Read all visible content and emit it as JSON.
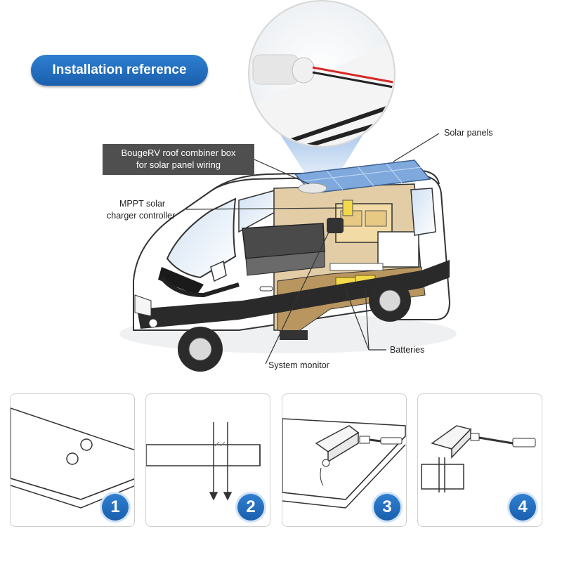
{
  "header": {
    "badge": "Installation reference"
  },
  "callouts": {
    "combiner_line1": "BougeRV roof combiner box",
    "combiner_line2": "for solar panel wiring",
    "mppt_line1": "MPPT solar",
    "mppt_line2": "charger controller",
    "solar_panels": "Solar panels",
    "batteries": "Batteries",
    "system_monitor": "System monitor"
  },
  "steps": [
    {
      "number": "1"
    },
    {
      "number": "2"
    },
    {
      "number": "3"
    },
    {
      "number": "4"
    }
  ],
  "colors": {
    "accent": "#1f6dbf",
    "callout_bg": "#4f4f4f",
    "battery": "#f2d94a",
    "wire_red": "#d62828"
  }
}
